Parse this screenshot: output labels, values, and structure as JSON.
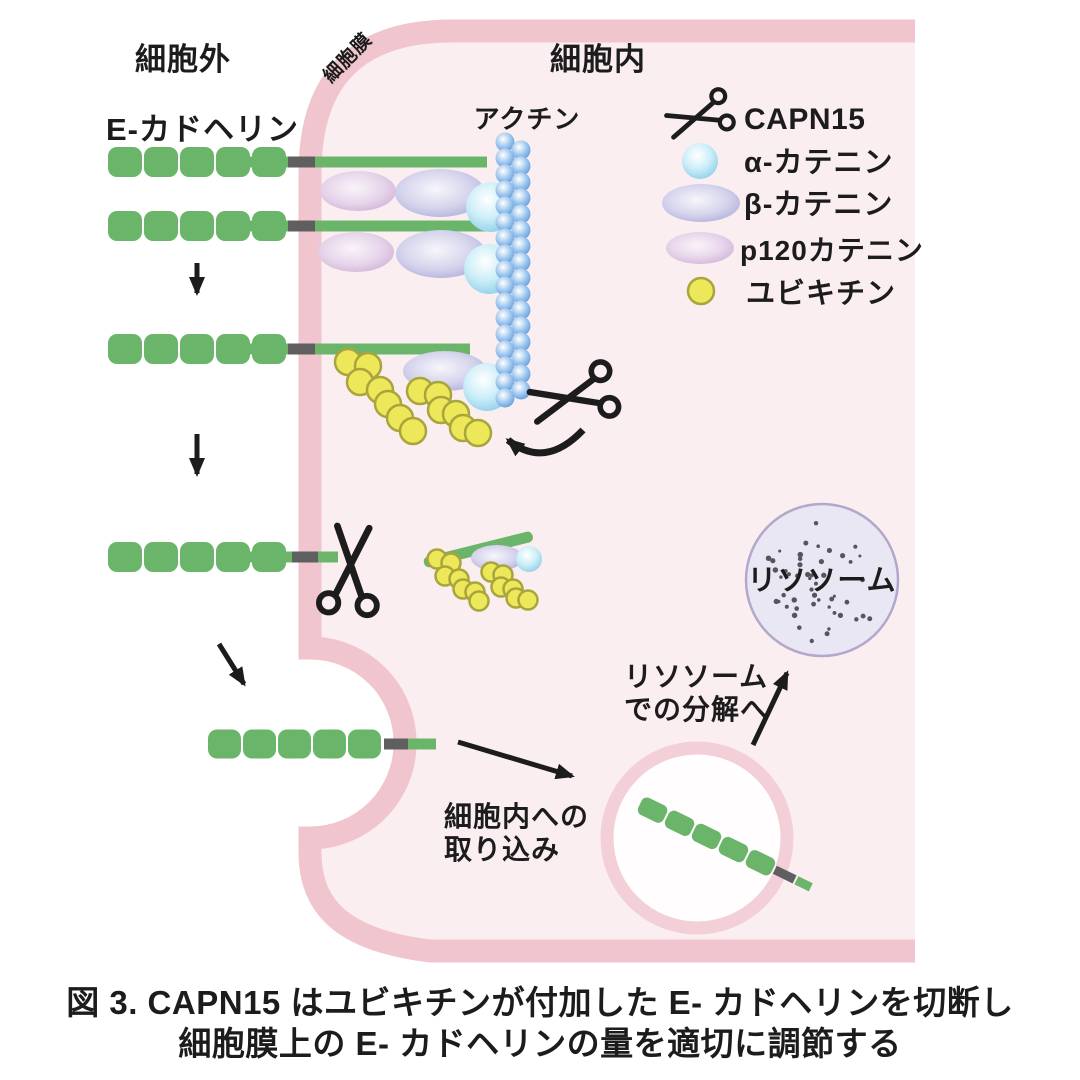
{
  "figure": {
    "caption_line1": "図 3. CAPN15 はユビキチンが付加した E- カドヘリンを切断し",
    "caption_line2": "細胞膜上の E- カドヘリンの量を適切に調節する"
  },
  "labels": {
    "extracellular": "細胞外",
    "membrane": "細胞膜",
    "intracellular": "細胞内",
    "e_cadherin": "E-カドヘリン",
    "actin": "アクチン",
    "lysosome": "リソソーム"
  },
  "legend": {
    "items": [
      {
        "icon": "scissors-icon",
        "label": "CAPN15"
      },
      {
        "icon": "alpha-catenin-icon",
        "label": "α-カテニン"
      },
      {
        "icon": "beta-catenin-icon",
        "label": "β-カテニン"
      },
      {
        "icon": "p120-catenin-icon",
        "label": "p120カテニン"
      },
      {
        "icon": "ubiquitin-icon",
        "label": "ユビキチン"
      }
    ]
  },
  "annotations": {
    "to_lysosome_line1": "リソソーム",
    "to_lysosome_line2": "での分解へ",
    "uptake_line1": "細胞内への",
    "uptake_line2": "取り込み"
  },
  "colors": {
    "ink": "#1c1c1c",
    "membrane": "#f1c5cd",
    "cell_fill": "#fbeef1",
    "green": "#6bb56b",
    "stub": "#5f5f5f",
    "actin": "#4a90d6",
    "actin_mid": "#a9cdf0",
    "alpha": "#85cbe8",
    "alpha_mid": "#cdeef8",
    "beta": "#9c9bd2",
    "beta_mid": "#d4d3ec",
    "p120": "#c3a0cc",
    "p120_mid": "#e6d4ea",
    "ubiquitin": "#ece85a",
    "ubiquitin_border": "#a9a43c",
    "lysosome_fill": "#e9e7f3",
    "lysosome_border": "#b3a7cb",
    "speckle": "#57545e",
    "vesicle_ring": "#f3cfd7",
    "vesicle_fill": "#fffdfd"
  }
}
